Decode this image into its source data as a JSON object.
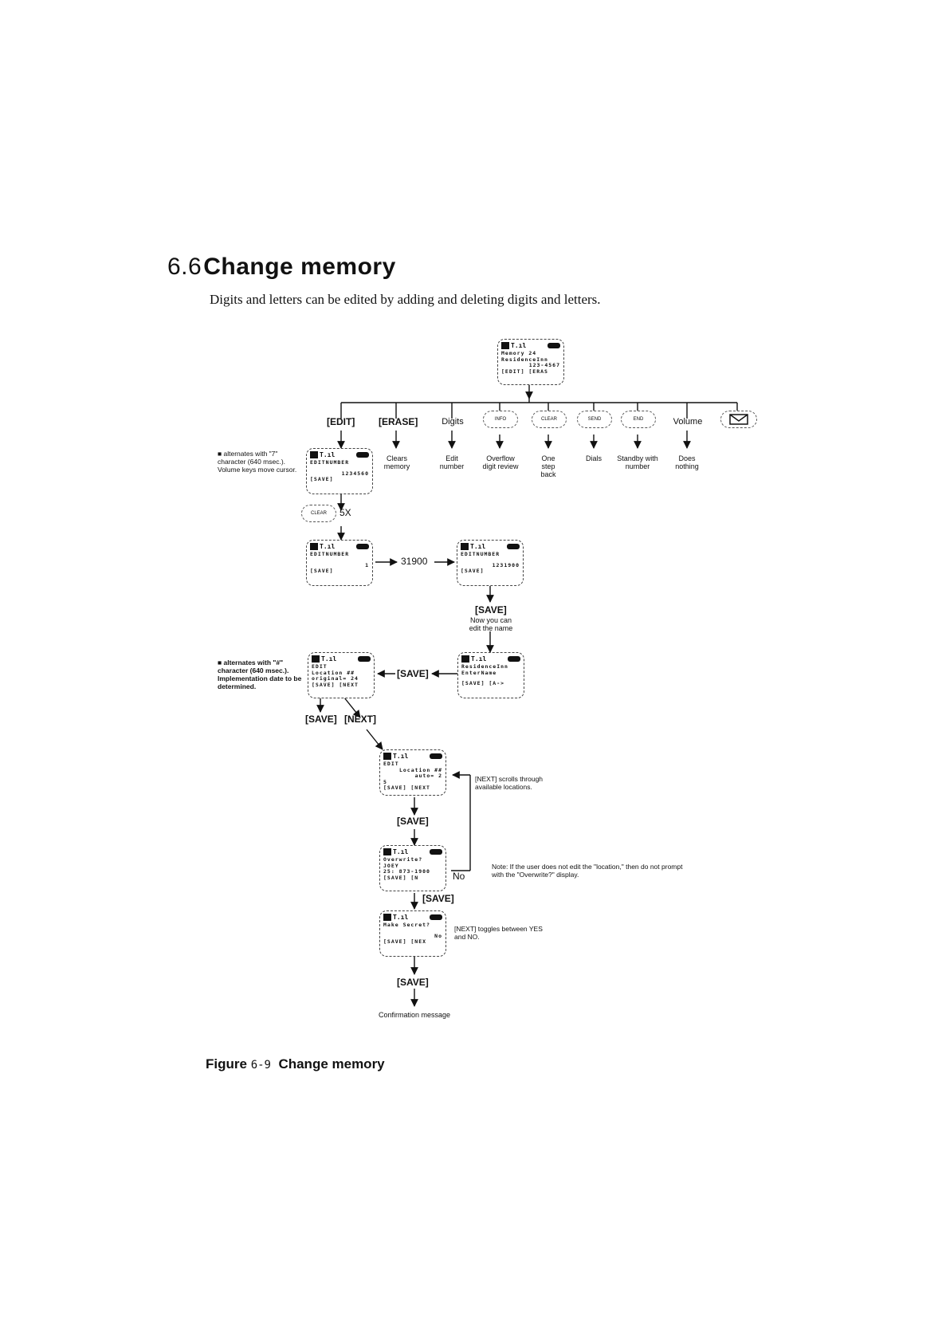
{
  "heading": {
    "number": "6.6",
    "title": "Change memory"
  },
  "intro": "Digits and letters can be edited by adding and deleting digits and letters.",
  "screens": {
    "top": [
      "Memory 24",
      "ResidenceInn",
      "123-4567",
      "[EDIT] [ERAS"
    ],
    "edit1": [
      "EDITNUMBER",
      "1234560",
      "[SAVE]"
    ],
    "edit2": [
      "EDITNUMBER",
      "1",
      "[SAVE]"
    ],
    "edit3": [
      "EDITNUMBER",
      "1231900",
      "[SAVE]"
    ],
    "name": [
      "ResidenceInn",
      "EnterName",
      "[SAVE] [A->"
    ],
    "loc1": [
      "EDIT",
      "Location ##",
      "original= 24",
      "[SAVE] [NEXT"
    ],
    "loc2": [
      "EDIT",
      "Location ##",
      "auto= 2",
      "5",
      "[SAVE] [NEXT"
    ],
    "over": [
      "Overwrite?",
      "JOEY",
      "25: 873-1900",
      "[SAVE] [N"
    ],
    "secret": [
      "Make Secret?",
      "No",
      "[SAVE] [NEX"
    ]
  },
  "branches": {
    "edit": "[EDIT]",
    "erase": "[ERASE]",
    "digits": "Digits",
    "info_key": "INFO",
    "clear_key": "CLEAR",
    "send_key": "SEND",
    "end_key": "END",
    "volume": "Volume"
  },
  "results": {
    "erase": "Clears memory",
    "digits": "Edit number",
    "info": "Overflow digit review",
    "clear": "One step back",
    "send": "Dials",
    "end": "Standby with number",
    "volume": "Does nothing"
  },
  "notes": {
    "alt7": "■ alternates with \"7\" character (640 msec.). Volume keys move cursor.",
    "alt_hash": "■ alternates with \"#\" character (640 msec.). Implementation date to be determined.",
    "next_scroll": "[NEXT] scrolls through available locations.",
    "overwrite_note": "Note: If the user does not edit the \"location,\" then do not prompt with the \"Overwrite?\" display.",
    "next_toggle": "[NEXT] toggles between YES and NO."
  },
  "flow": {
    "clear_key": "CLEAR",
    "times": "5X",
    "entry": "31900",
    "save": "[SAVE]",
    "next": "[NEXT]",
    "now_edit": "Now you can edit the name",
    "no": "No",
    "confirm": "Confirmation message"
  },
  "figure": {
    "label": "Figure",
    "number": "6-9",
    "title": "Change memory"
  }
}
